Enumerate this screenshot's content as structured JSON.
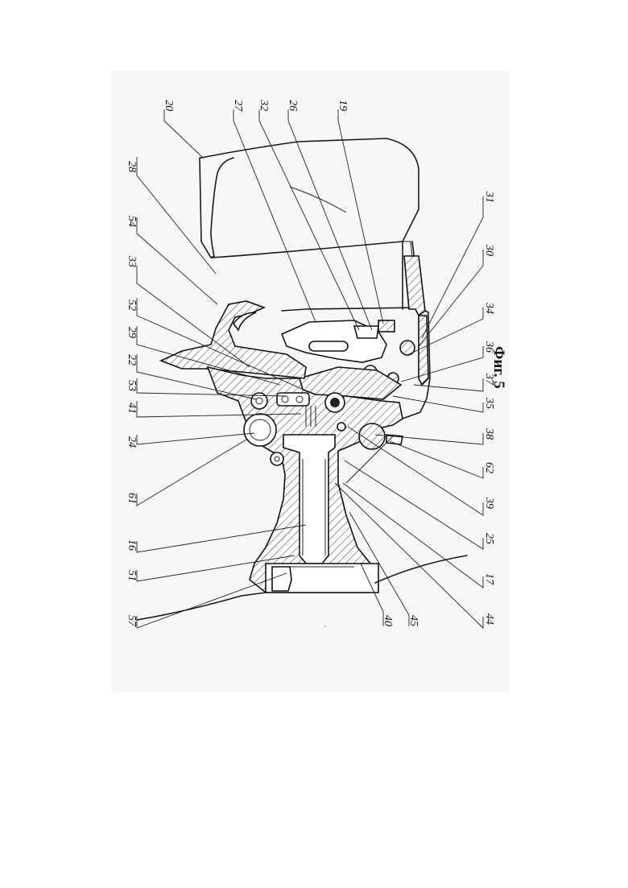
{
  "figure": {
    "caption": "Фиг. 5",
    "callouts_left": [
      "28",
      "54",
      "33",
      "52",
      "29",
      "22",
      "53",
      "41",
      "24",
      "61",
      "16",
      "51",
      "57"
    ],
    "callouts_right": [
      "31",
      "30",
      "34",
      "36",
      "37",
      "35",
      "38",
      "62",
      "39",
      "25",
      "17",
      "44"
    ],
    "callouts_top": [
      "20",
      "27",
      "32",
      "26",
      "19"
    ],
    "callouts_bottom": [
      "40",
      "45"
    ]
  }
}
